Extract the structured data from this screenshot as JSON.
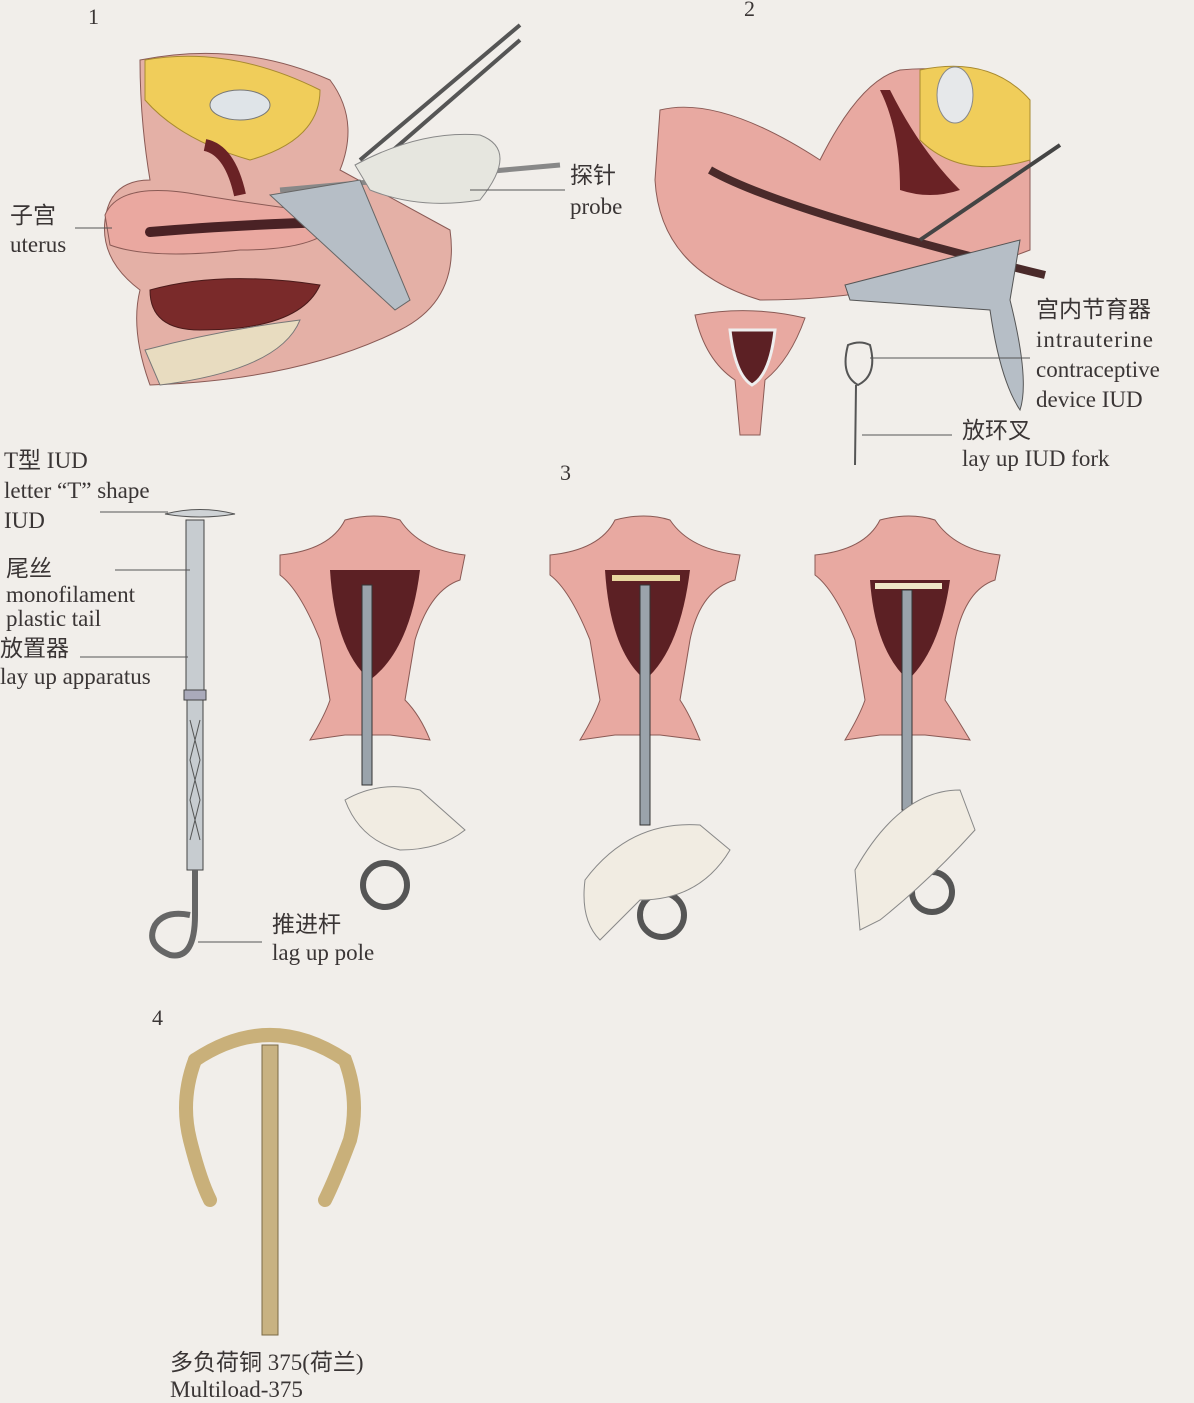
{
  "panels": {
    "p1": {
      "number": "1",
      "uterus_zh": "子宫",
      "uterus_en": "uterus",
      "probe_zh": "探针",
      "probe_en": "probe"
    },
    "p2": {
      "number": "2",
      "iud_zh": "宫内节育器",
      "iud_en1": "intrauterine",
      "iud_en2": "contraceptive",
      "iud_en3": "device IUD",
      "fork_zh": "放环叉",
      "fork_en": "lay up IUD fork"
    },
    "p3": {
      "number": "3",
      "t_zh": "T型 IUD",
      "t_en1": "letter “T” shape",
      "t_en2": "IUD",
      "tail_zh": "尾丝",
      "tail_en1": "monofilament",
      "tail_en2": "plastic tail",
      "app_zh": "放置器",
      "app_en": "lay up apparatus",
      "pole_zh": "推进杆",
      "pole_en": "lag up pole"
    },
    "p4": {
      "number": "4",
      "ml_zh": "多负荷铜 375(荷兰)",
      "ml_en": "Multiload-375"
    }
  },
  "colors": {
    "background": "#f1eeea",
    "tissue": "#e8a9a1",
    "cavity": "#5c2024",
    "fat": "#f0cd5a",
    "metal": "#9aa3ab"
  }
}
